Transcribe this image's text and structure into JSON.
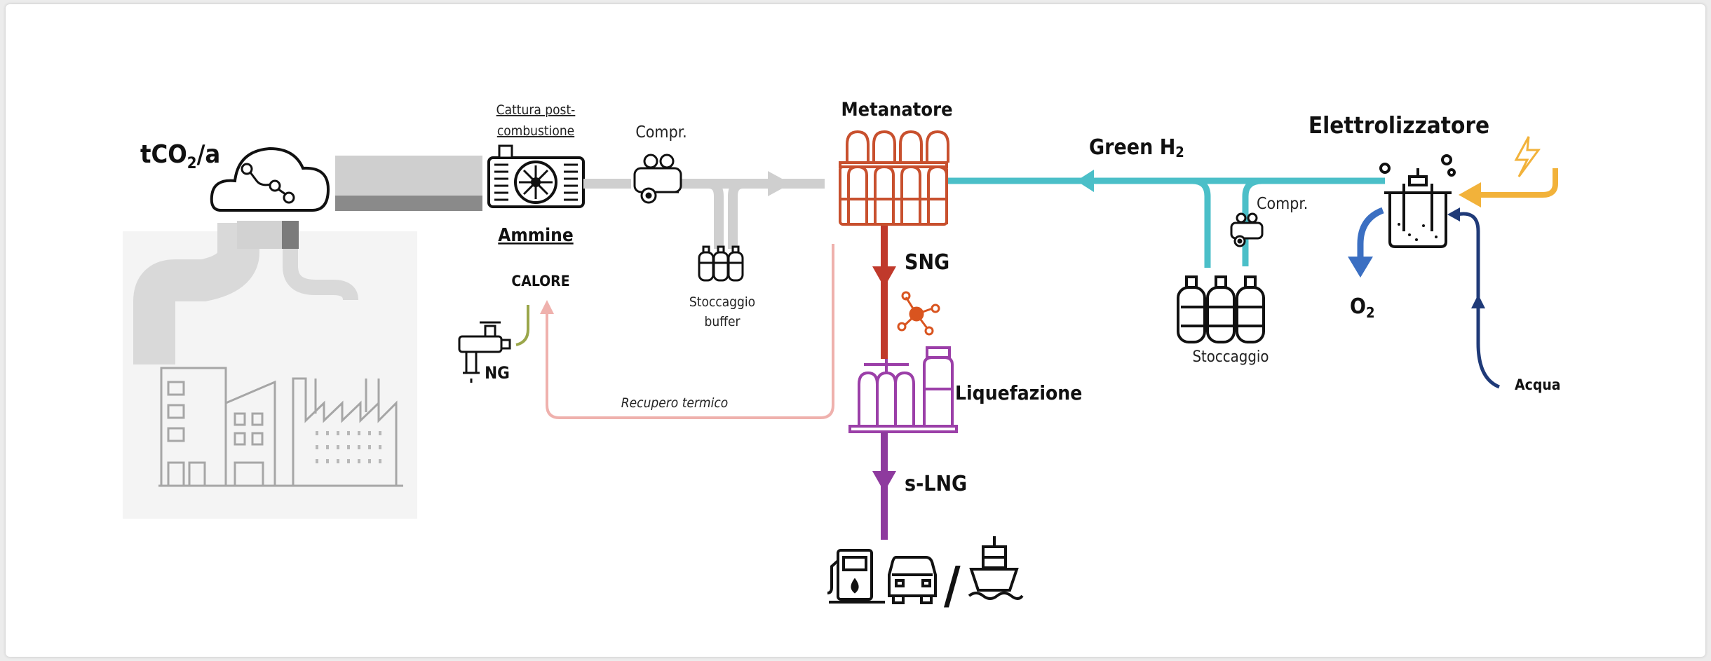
{
  "labels": {
    "emission": "tCO",
    "emission_sub": "2",
    "emission_suffix": "/a",
    "capture_line1": "Cattura post-",
    "capture_line2": "combustione",
    "amines": "Ammine",
    "compressor_1": "Compr.",
    "buffer_line1": "Stoccaggio",
    "buffer_line2": "buffer",
    "heat": "CALORE",
    "ng": "NG",
    "heat_recovery": "Recupero termico",
    "methanator": "Metanatore",
    "sng": "SNG",
    "liquefaction": "Liquefazione",
    "slng": "s-LNG",
    "green_h2": "Green H",
    "green_h2_sub": "2",
    "compressor_2": "Compr.",
    "storage": "Stoccaggio",
    "electrolyzer": "Elettrolizzatore",
    "o2": "O",
    "o2_sub": "2",
    "water": "Acqua",
    "end_use_sep": "/"
  },
  "colors": {
    "co2_flow": "#cfcfcf",
    "co2_dark": "#8a8a8a",
    "methanator": "#c8502e",
    "sng": "#c0392b",
    "liquefaction": "#9b3fa8",
    "slng": "#8e3a9e",
    "h2": "#4bbfc8",
    "o2": "#3b6fc2",
    "water": "#1f3a78",
    "power": "#f2b23a",
    "heat_recovery": "#efb1ad",
    "ng_pipe": "#9aa64a"
  }
}
